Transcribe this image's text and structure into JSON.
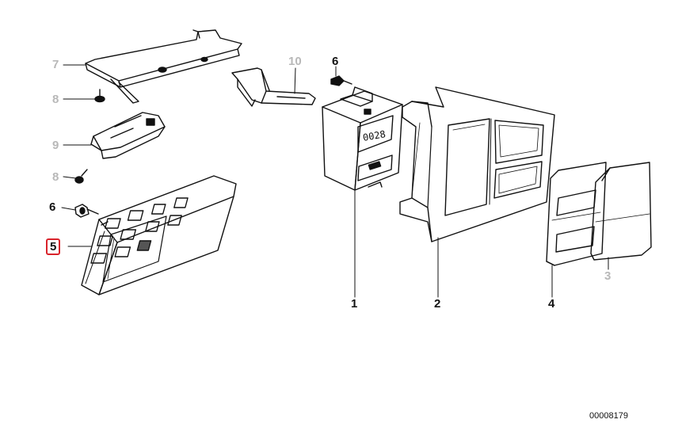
{
  "callouts": {
    "c7": "7",
    "c8a": "8",
    "c9": "9",
    "c8b": "8",
    "c6a": "6",
    "c5": "5",
    "c10": "10",
    "c6b": "6",
    "c1": "1",
    "c2": "2",
    "c4": "4",
    "c3": "3"
  },
  "display_readout": "0028",
  "diagram_id": "00008179",
  "colors": {
    "line": "#111111",
    "inactive_callout": "#b8b8b8",
    "selected_callout_border": "#d9232b"
  }
}
